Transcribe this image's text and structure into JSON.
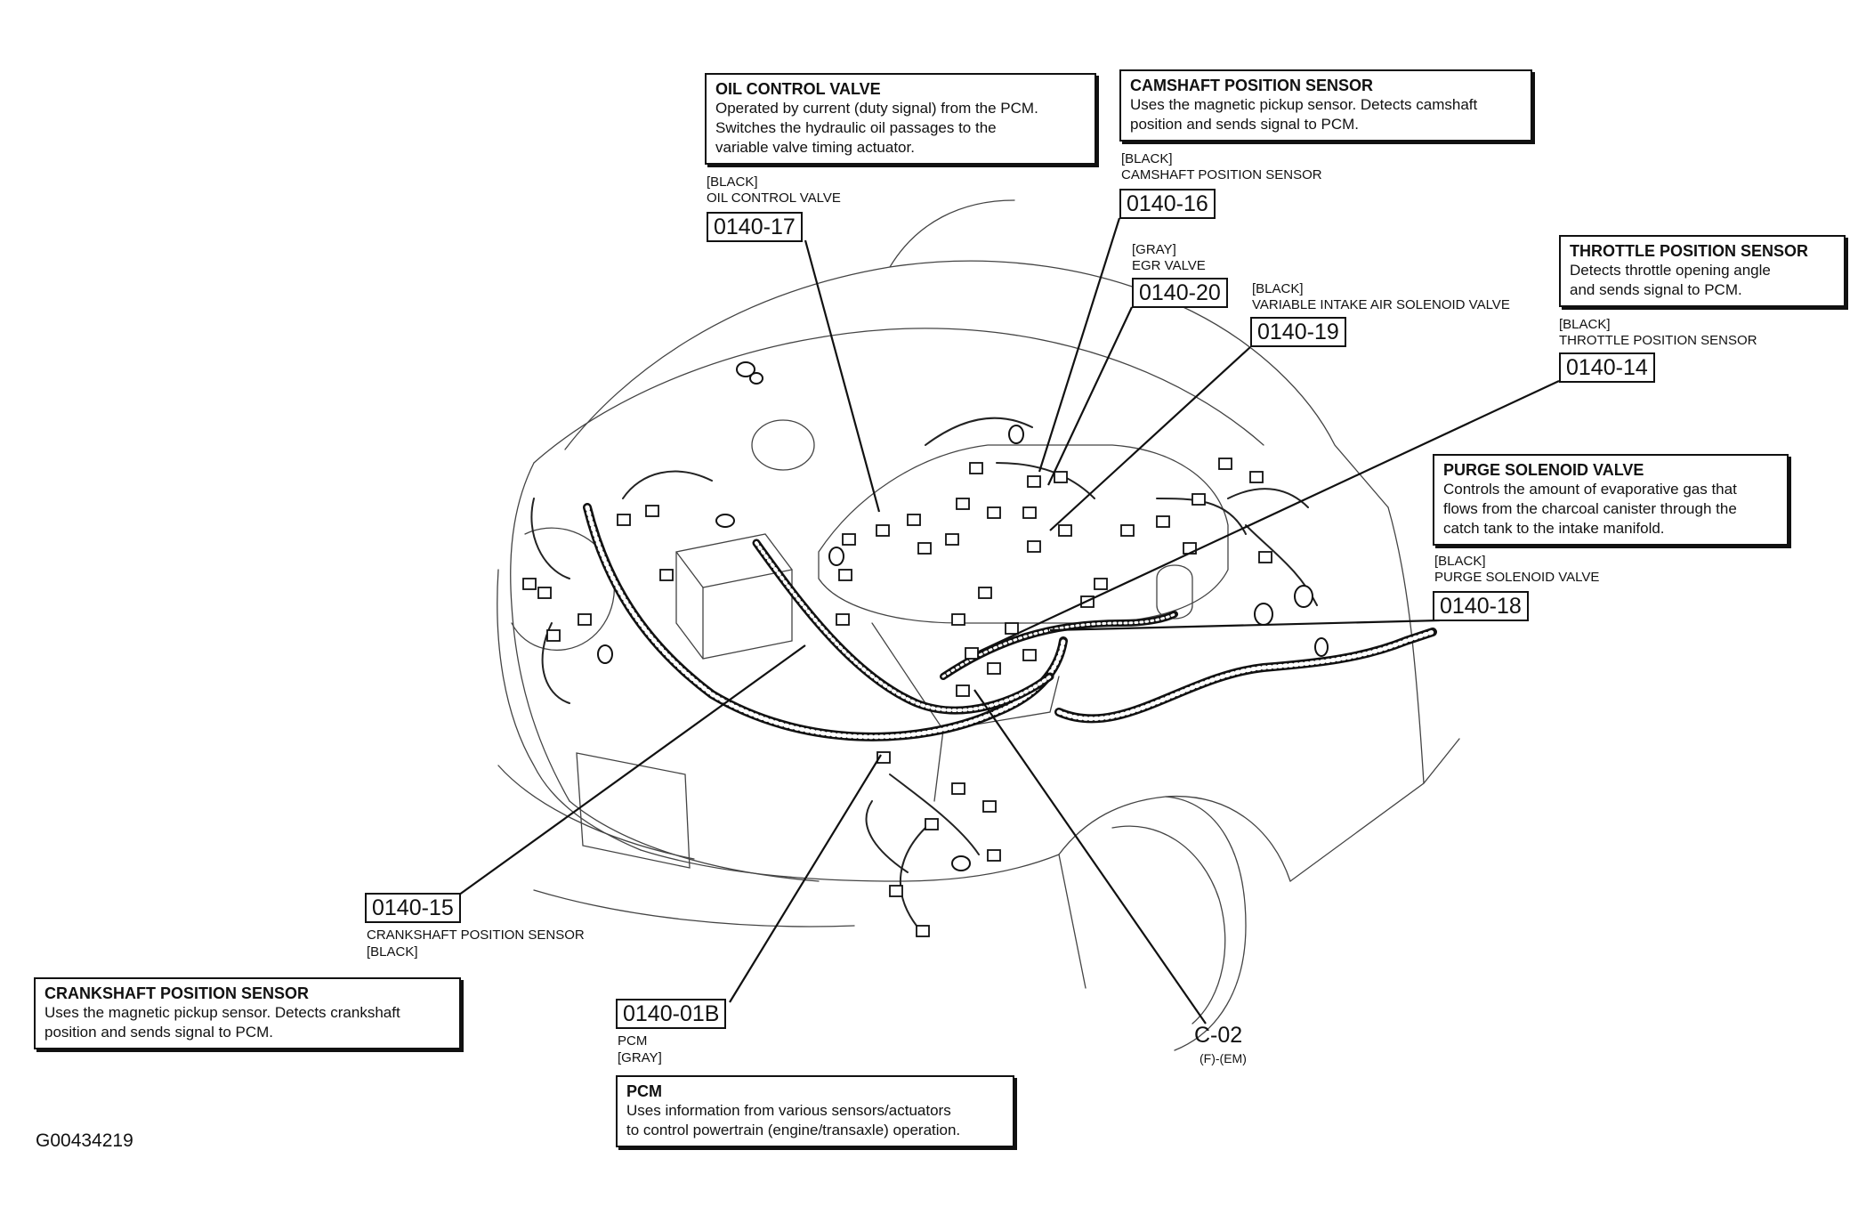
{
  "figure_id": "G00434219",
  "callouts": {
    "oil_control_valve": {
      "title": "OIL CONTROL VALVE",
      "lines": [
        "Operated by current (duty signal) from the PCM.",
        "Switches the hydraulic oil passages  to the",
        "variable valve timing actuator."
      ],
      "color_tag": "[BLACK]",
      "name_tag": "OIL CONTROL VALVE",
      "code": "0140-17"
    },
    "camshaft_position_sensor": {
      "title": "CAMSHAFT POSITION SENSOR",
      "lines": [
        "Uses the magnetic pickup sensor. Detects camshaft",
        "position and sends signal to PCM."
      ],
      "color_tag": "[BLACK]",
      "name_tag": "CAMSHAFT POSITION SENSOR",
      "code": "0140-16"
    },
    "egr_valve": {
      "color_tag": "[GRAY]",
      "name_tag": "EGR VALVE",
      "code": "0140-20"
    },
    "variable_intake_air_solenoid_valve": {
      "color_tag": "[BLACK]",
      "name_tag": "VARIABLE INTAKE AIR SOLENOID VALVE",
      "code": "0140-19"
    },
    "throttle_position_sensor": {
      "title": "THROTTLE POSITION SENSOR",
      "lines": [
        "Detects throttle opening angle",
        "and sends signal to PCM."
      ],
      "color_tag": "[BLACK]",
      "name_tag": "THROTTLE POSITION SENSOR",
      "code": "0140-14"
    },
    "purge_solenoid_valve": {
      "title": "PURGE SOLENOID VALVE",
      "lines": [
        "Controls the amount of evaporative gas that",
        "flows from the charcoal canister through the",
        "catch tank to the intake manifold."
      ],
      "color_tag": "[BLACK]",
      "name_tag": "PURGE SOLENOID VALVE",
      "code": "0140-18"
    },
    "crankshaft_position_sensor": {
      "title": "CRANKSHAFT POSITION SENSOR",
      "lines": [
        "Uses the magnetic pickup sensor. Detects crankshaft",
        "position and sends signal to PCM."
      ],
      "color_tag": "[BLACK]",
      "name_tag": "CRANKSHAFT POSITION SENSOR",
      "code": "0140-15"
    },
    "pcm": {
      "title": "PCM",
      "lines": [
        "Uses information from various sensors/actuators",
        "to control powertrain (engine/transaxle) operation."
      ],
      "color_tag": "[GRAY]",
      "name_tag": "PCM",
      "code": "0140-01B"
    },
    "c02": {
      "code": "C-02",
      "sub_tag": "(F)-(EM)"
    }
  }
}
